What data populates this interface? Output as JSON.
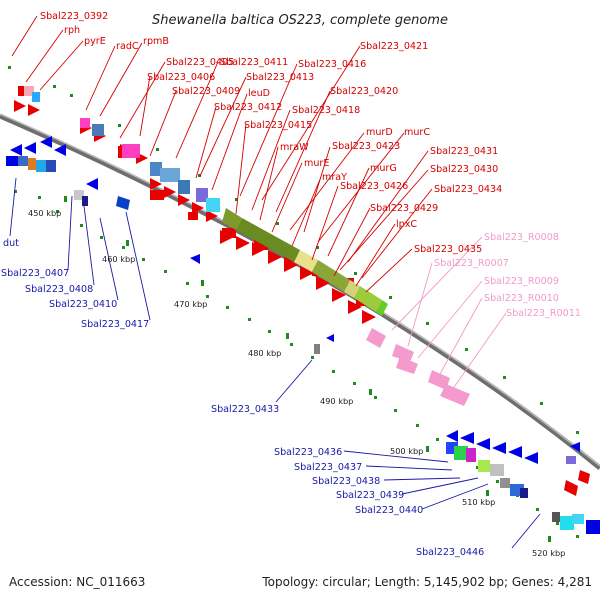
{
  "title": "Shewanella baltica OS223, complete genome",
  "footer": {
    "accession": "Accession: NC_011663",
    "summary": "Topology: circular; Length: 5,145,902 bp; Genes: 4,281"
  },
  "colors": {
    "forward_label": "#d40000",
    "reverse_label": "#1a1aa6",
    "rna_label": "#f29ac8",
    "backbone": "#777777",
    "tick": "#1f8a1f"
  },
  "scale_labels": [
    {
      "text": "450 kbp"
    },
    {
      "text": "460 kbp"
    },
    {
      "text": "470 kbp"
    },
    {
      "text": "480 kbp"
    },
    {
      "text": "490 kbp"
    },
    {
      "text": "500 kbp"
    },
    {
      "text": "510 kbp"
    },
    {
      "text": "520 kbp"
    }
  ],
  "forward_labels": [
    {
      "text": "Sbal223_0392"
    },
    {
      "text": "rph"
    },
    {
      "text": "pyrE"
    },
    {
      "text": "radC"
    },
    {
      "text": "rpmB"
    },
    {
      "text": "Sbal223_0405"
    },
    {
      "text": "Sbal223_0406"
    },
    {
      "text": "Sbal223_0409"
    },
    {
      "text": "Sbal223_0411"
    },
    {
      "text": "Sbal223_0413"
    },
    {
      "text": "leuD"
    },
    {
      "text": "Sbal223_0412"
    },
    {
      "text": "Sbal223_0416"
    },
    {
      "text": "Sbal223_0421"
    },
    {
      "text": "Sbal223_0420"
    },
    {
      "text": "Sbal223_0418"
    },
    {
      "text": "Sbal223_0415"
    },
    {
      "text": "murD"
    },
    {
      "text": "murC"
    },
    {
      "text": "mraW"
    },
    {
      "text": "Sbal223_0423"
    },
    {
      "text": "murE"
    },
    {
      "text": "murG"
    },
    {
      "text": "Sbal223_0431"
    },
    {
      "text": "mraY"
    },
    {
      "text": "Sbal223_0430"
    },
    {
      "text": "Sbal223_0426"
    },
    {
      "text": "Sbal223_0434"
    },
    {
      "text": "Sbal223_0429"
    },
    {
      "text": "lpxC"
    },
    {
      "text": "Sbal223_0435"
    }
  ],
  "rna_labels": [
    {
      "text": "Sbal223_R0008"
    },
    {
      "text": "Sbal223_R0007"
    },
    {
      "text": "Sbal223_R0009"
    },
    {
      "text": "Sbal223_R0010"
    },
    {
      "text": "Sbal223_R0011"
    }
  ],
  "reverse_labels": [
    {
      "text": "dut"
    },
    {
      "text": "Sbal223_0407"
    },
    {
      "text": "Sbal223_0408"
    },
    {
      "text": "Sbal223_0410"
    },
    {
      "text": "Sbal223_0417"
    },
    {
      "text": "Sbal223_0433"
    },
    {
      "text": "Sbal223_0436"
    },
    {
      "text": "Sbal223_0437"
    },
    {
      "text": "Sbal223_0438"
    },
    {
      "text": "Sbal223_0439"
    },
    {
      "text": "Sbal223_0440"
    },
    {
      "text": "Sbal223_0446"
    }
  ]
}
